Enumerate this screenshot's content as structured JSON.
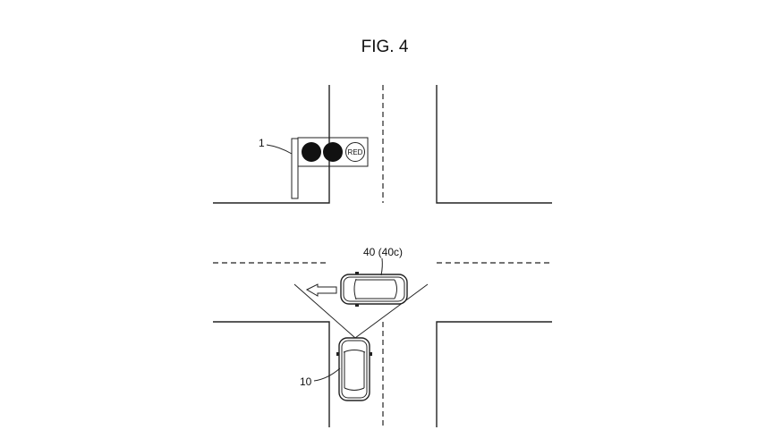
{
  "figure": {
    "title": "FIG. 4"
  },
  "traffic_light": {
    "ref_label": "1",
    "state_text": "RED"
  },
  "oncoming_vehicle": {
    "ref_label": "40 (40c)"
  },
  "ego_vehicle": {
    "ref_label": "10"
  },
  "colors": {
    "line": "#222222",
    "background": "#ffffff"
  }
}
